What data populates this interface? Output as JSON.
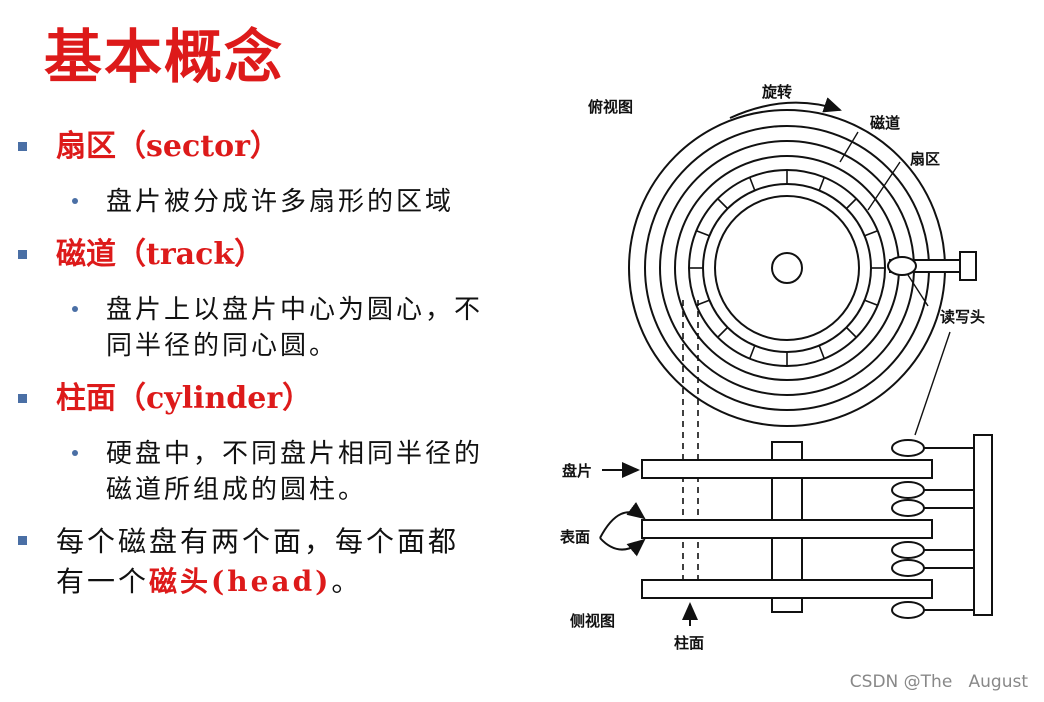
{
  "title": "基本概念",
  "bullets": [
    {
      "term": "扇区（sector）",
      "sub": "盘片被分成许多扇形的区域"
    },
    {
      "term": "磁道（track）",
      "sub_line1": "盘片上以盘片中心为圆心，不",
      "sub_line2": "同半径的同心圆。"
    },
    {
      "term": "柱面（cylinder）",
      "sub_line1": "硬盘中，不同盘片相同半径的",
      "sub_line2": "磁道所组成的圆柱。"
    },
    {
      "line1": "每个磁盘有两个面，每个面都",
      "line2_prefix": "有一个",
      "line2_highlight": "磁头(head)",
      "line2_suffix": "。"
    }
  ],
  "diagram": {
    "top_view_label": "俯视图",
    "rotation_label": "旋转",
    "track_label": "磁道",
    "sector_label": "扇区",
    "head_label": "读写头",
    "platter_label": "盘片",
    "surface_label": "表面",
    "side_view_label": "侧视图",
    "cylinder_label": "柱面"
  },
  "watermark": "CSDN @The   August",
  "colors": {
    "accent_red": "#dd1a1a",
    "bullet_blue": "#4a6fa5"
  }
}
